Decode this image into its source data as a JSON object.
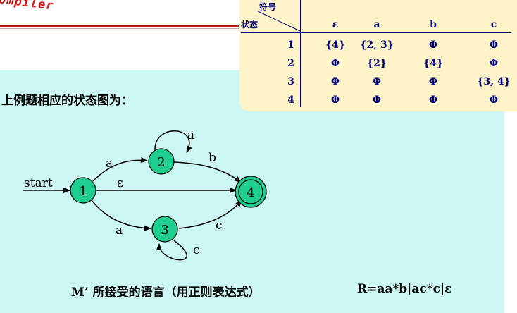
{
  "header": {
    "logo_text": "ompiler"
  },
  "transition_table": {
    "header_symbol": "符号",
    "header_state": "状态",
    "symbols": [
      "ε",
      "a",
      "b",
      "c"
    ],
    "rows": [
      {
        "state": "1",
        "cells": [
          "{4}",
          "{2, 3}",
          "Φ",
          "Φ"
        ]
      },
      {
        "state": "2",
        "cells": [
          "Φ",
          "{2}",
          "{4}",
          "Φ"
        ]
      },
      {
        "state": "3",
        "cells": [
          "Φ",
          "Φ",
          "Φ",
          "{3, 4}"
        ]
      },
      {
        "state": "4",
        "cells": [
          "Φ",
          "Φ",
          "Φ",
          "Φ"
        ]
      }
    ]
  },
  "intro_text": "上例题相应的状态图为：",
  "diagram": {
    "start_label": "start",
    "states": [
      "1",
      "2",
      "3",
      "4"
    ],
    "final_state": "4",
    "edges": [
      {
        "from": "1",
        "to": "2",
        "label": "a"
      },
      {
        "from": "2",
        "to": "2",
        "label": "a"
      },
      {
        "from": "2",
        "to": "4",
        "label": "b"
      },
      {
        "from": "1",
        "to": "4",
        "label": "ε"
      },
      {
        "from": "1",
        "to": "3",
        "label": "a"
      },
      {
        "from": "3",
        "to": "3",
        "label": "c"
      },
      {
        "from": "3",
        "to": "4",
        "label": "c"
      }
    ],
    "colors": {
      "state_fill": "#1fcf8f",
      "state_stroke": "#000000"
    }
  },
  "footer": {
    "m_prime": "M’",
    "caption": " 所接受的语言（用正则表达式）",
    "regex": "R=aa*b|ac*c|ε"
  }
}
